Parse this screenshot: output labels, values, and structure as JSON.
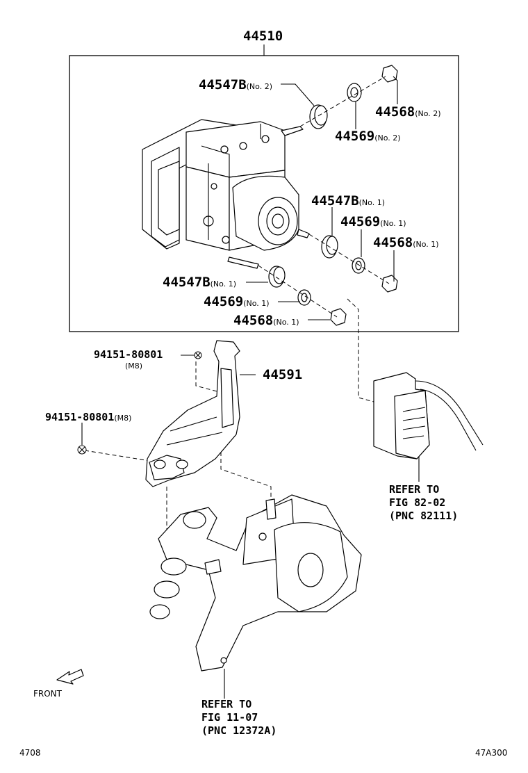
{
  "diagram": {
    "assembly_number": "44510",
    "parts": [
      {
        "pn": "44547B",
        "note": "(No. 2)"
      },
      {
        "pn": "44568",
        "note": "(No. 2)"
      },
      {
        "pn": "44569",
        "note": "(No. 2)"
      },
      {
        "pn": "44547B",
        "note": "(No. 1)"
      },
      {
        "pn": "44569",
        "note": "(No. 1)"
      },
      {
        "pn": "44568",
        "note": "(No. 1)"
      },
      {
        "pn": "44547B",
        "note": "(No. 1)"
      },
      {
        "pn": "44569",
        "note": "(No. 1)"
      },
      {
        "pn": "44568",
        "note": "(No. 1)"
      }
    ],
    "bolt_1": {
      "pn": "94151-80801",
      "note": "(M8)"
    },
    "bolt_2": {
      "pn": "94151-80801",
      "note": "(M8)"
    },
    "bracket": {
      "pn": "44591"
    },
    "refer_1": {
      "line1": "REFER TO",
      "line2": "FIG 82-02",
      "line3": "(PNC 82111)"
    },
    "refer_2": {
      "line1": "REFER TO",
      "line2": "FIG 11-07",
      "line3": "(PNC 12372A)"
    },
    "front_label": "FRONT",
    "footer_left": "4708",
    "footer_right": "47A300"
  }
}
